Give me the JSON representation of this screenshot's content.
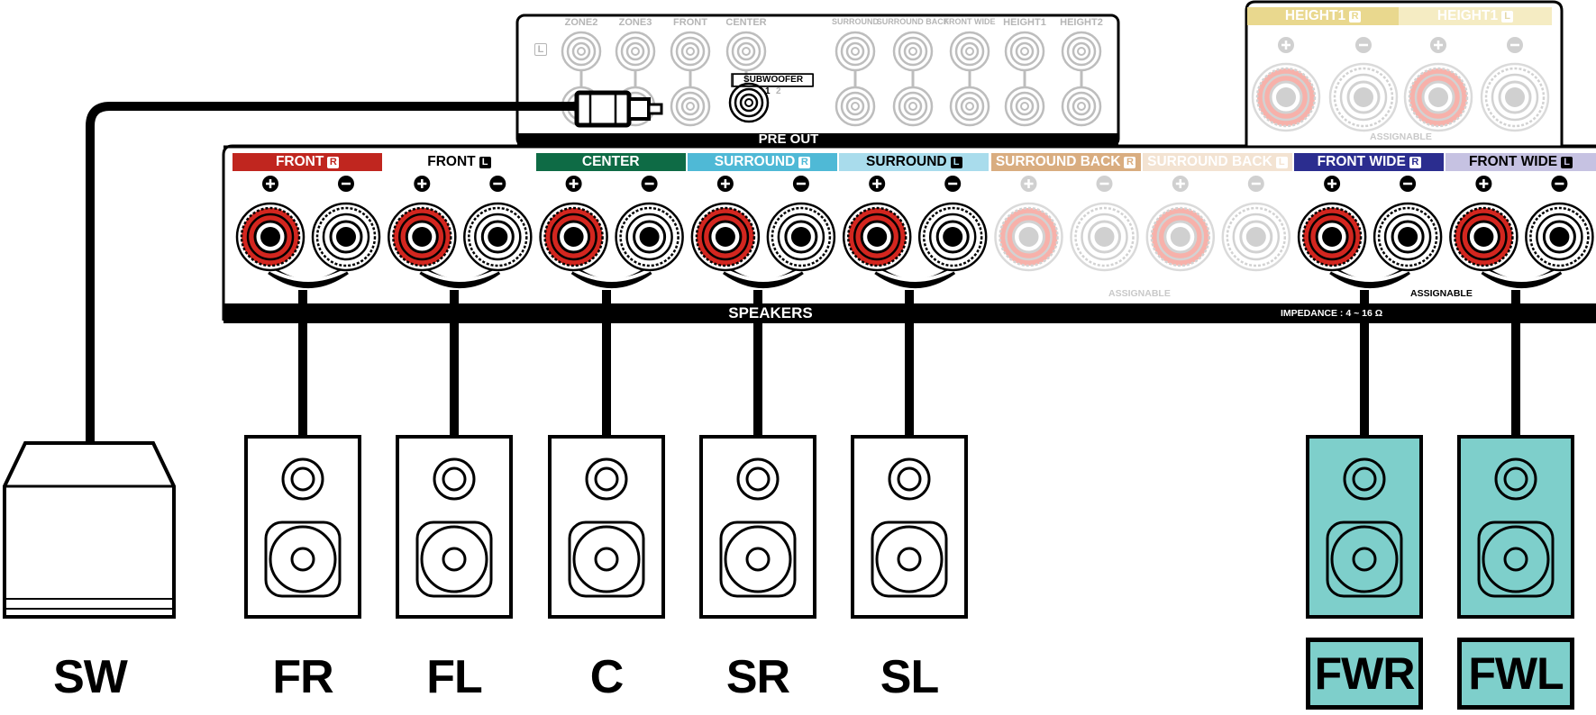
{
  "pre_out": {
    "title": "PRE OUT",
    "jacks_top": [
      "ZONE2",
      "ZONE3",
      "FRONT",
      "CENTER",
      "SURROUND",
      "SURROUND BACK",
      "FRONT WIDE",
      "HEIGHT1",
      "HEIGHT2"
    ],
    "side_marker": "L",
    "subwoofer_label": "SUBWOOFER",
    "sub_num_1": "1",
    "sub_num_2": "2"
  },
  "height_panel": {
    "headers": [
      {
        "text": "HEIGHT1",
        "ind": "R",
        "color": "#e9d88e"
      },
      {
        "text": "HEIGHT1",
        "ind": "L",
        "color": "#f5ecc3"
      }
    ],
    "assignable": "ASSIGNABLE"
  },
  "speakers_panel": {
    "channels": [
      {
        "text": "FRONT",
        "ind": "R",
        "bg": "#c0261f",
        "fg": "#ffffff",
        "active": true
      },
      {
        "text": "FRONT",
        "ind": "L",
        "bg": "#ffffff",
        "fg": "#000000",
        "active": true
      },
      {
        "text": "CENTER",
        "ind": "",
        "bg": "#0e6b45",
        "fg": "#ffffff",
        "active": true
      },
      {
        "text": "SURROUND",
        "ind": "R",
        "bg": "#4fb9d6",
        "fg": "#ffffff",
        "active": true
      },
      {
        "text": "SURROUND",
        "ind": "L",
        "bg": "#a9dcec",
        "fg": "#000000",
        "active": true
      },
      {
        "text": "SURROUND BACK",
        "ind": "R",
        "bg": "#d9ad80",
        "fg": "#ffffff",
        "active": false
      },
      {
        "text": "SURROUND BACK",
        "ind": "L",
        "bg": "#f3e3d2",
        "fg": "#ffffff",
        "active": false
      },
      {
        "text": "FRONT WIDE",
        "ind": "R",
        "bg": "#2b2d8f",
        "fg": "#ffffff",
        "active": true
      },
      {
        "text": "FRONT WIDE",
        "ind": "L",
        "bg": "#c6c2e2",
        "fg": "#000000",
        "active": true
      }
    ],
    "speakers_label": "SPEAKERS",
    "assignable_1": "ASSIGNABLE",
    "assignable_2": "ASSIGNABLE",
    "impedance_label": "IMPEDANCE : 4 ~ 16 Ω"
  },
  "speakers": [
    {
      "label": "SW",
      "type": "subwoofer"
    },
    {
      "label": "FR",
      "type": "speaker"
    },
    {
      "label": "FL",
      "type": "speaker"
    },
    {
      "label": "C",
      "type": "speaker"
    },
    {
      "label": "SR",
      "type": "speaker"
    },
    {
      "label": "SL",
      "type": "speaker"
    },
    {
      "label": "FWR",
      "type": "speaker-highlight"
    },
    {
      "label": "FWL",
      "type": "speaker-highlight"
    }
  ],
  "colors": {
    "red_terminal": "#d3261f",
    "highlight": "#7ecfcb",
    "faded": "#bdbdbd"
  }
}
